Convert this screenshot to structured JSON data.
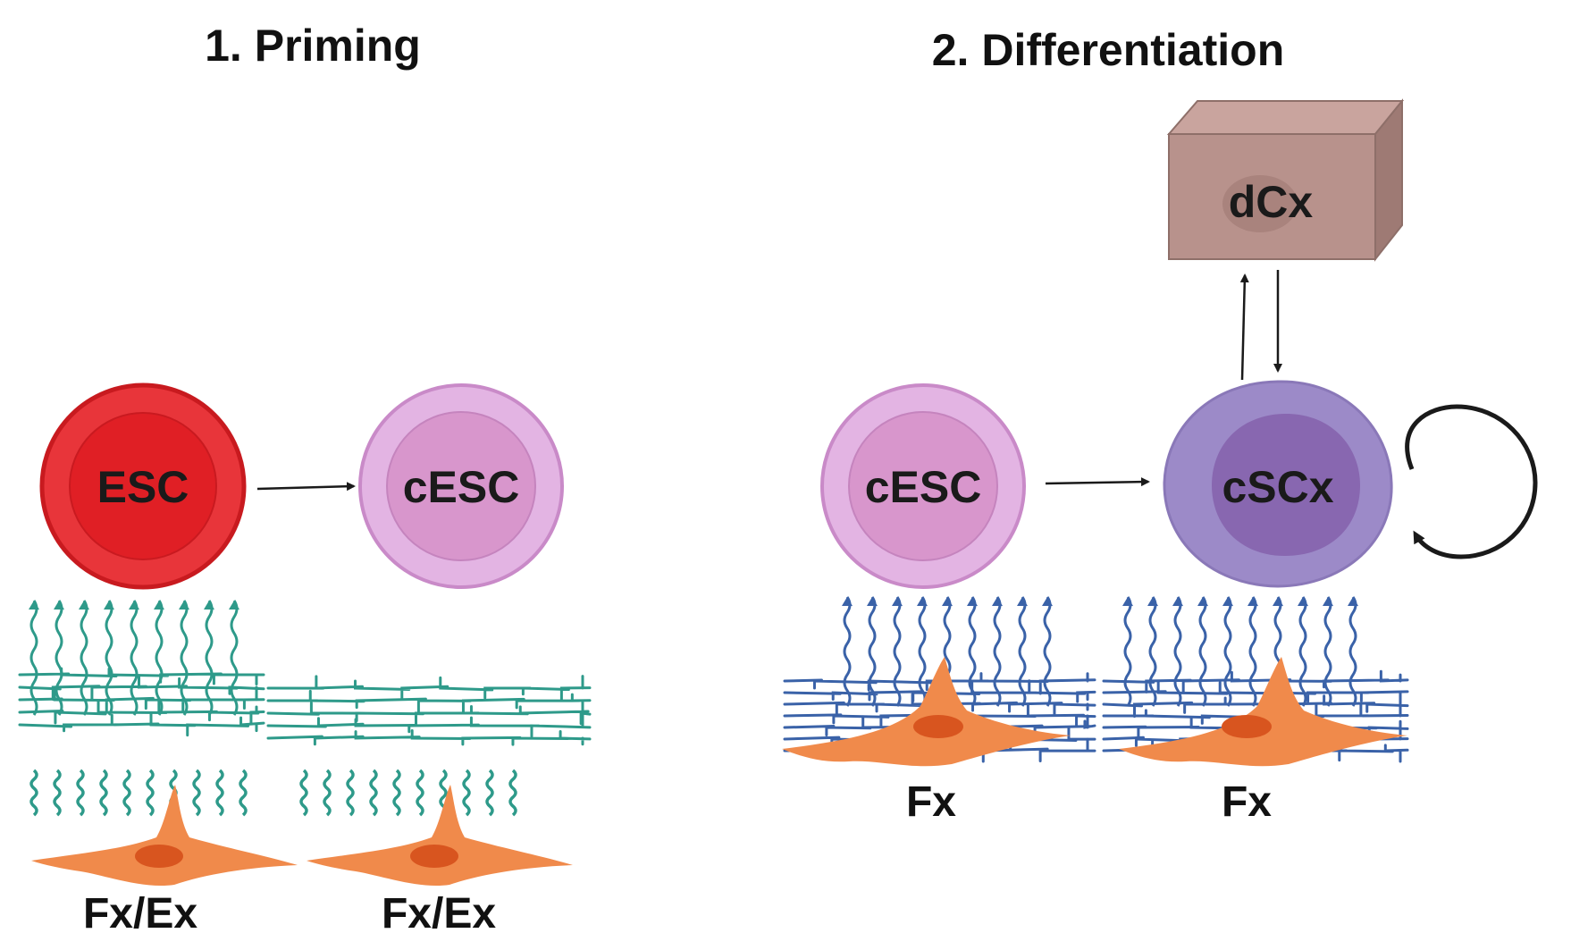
{
  "panel1": {
    "title": "1. Priming"
  },
  "panel2": {
    "title": "2. Differentiation"
  },
  "cells": {
    "esc": {
      "label": "ESC",
      "outer": "#e8353a",
      "inner": "#e01f25",
      "stroke": "#c81a1f"
    },
    "cesc1": {
      "label": "cESC",
      "outer": "#e3b4e3",
      "inner": "#d896cc",
      "stroke": "#c98ac8"
    },
    "cesc2": {
      "label": "cESC",
      "outer": "#e3b4e3",
      "inner": "#d896cc",
      "stroke": "#c98ac8"
    },
    "cscx": {
      "label": "cSCx",
      "outer": "#9c8ac8",
      "inner": "#8867b0",
      "stroke": "#8a78b8"
    },
    "dcx": {
      "label": "dCx",
      "front": "#b8928c",
      "top": "#c9a49e",
      "side": "#9e7a74"
    }
  },
  "bottom_labels": [
    "Fx/Ex",
    "Fx/Ex",
    "Fx",
    "Fx"
  ],
  "colors": {
    "matrix_teal": "#2e9a8a",
    "matrix_blue": "#3a62a8",
    "fibroblast": "#f08a4b",
    "fibroblast_nucleus": "#d8551f",
    "arrow": "#1a1a1a"
  }
}
